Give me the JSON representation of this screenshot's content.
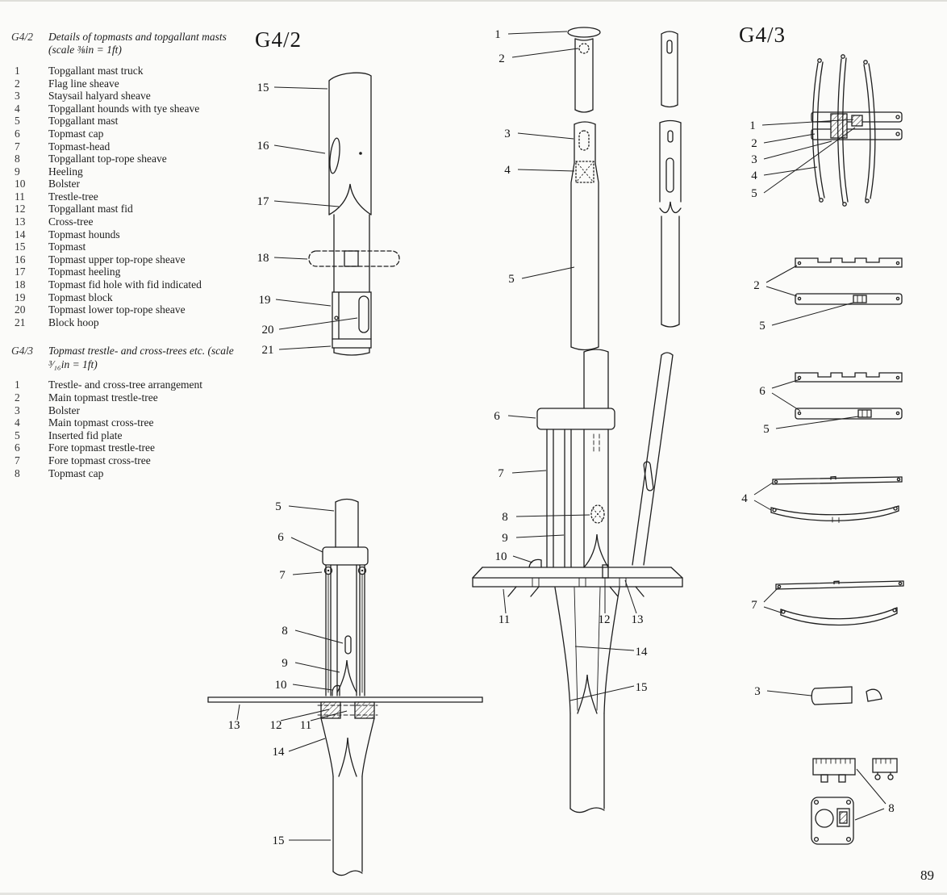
{
  "page": {
    "number": "89",
    "ink": "#1e1e1e",
    "paper": "#fbfbf9"
  },
  "headings": {
    "g42": "G4/2",
    "g43": "G4/3"
  },
  "legend_g42": {
    "code": "G4/2",
    "title": "Details of topmasts and topgallant masts",
    "scale": "(scale ⅜in = 1ft)",
    "items": [
      {
        "n": "1",
        "t": "Topgallant mast truck"
      },
      {
        "n": "2",
        "t": "Flag line sheave"
      },
      {
        "n": "3",
        "t": "Staysail halyard sheave"
      },
      {
        "n": "4",
        "t": "Topgallant hounds with tye sheave"
      },
      {
        "n": "5",
        "t": "Topgallant mast"
      },
      {
        "n": "6",
        "t": "Topmast cap"
      },
      {
        "n": "7",
        "t": "Topmast-head"
      },
      {
        "n": "8",
        "t": "Topgallant top-rope sheave"
      },
      {
        "n": "9",
        "t": "Heeling"
      },
      {
        "n": "10",
        "t": "Bolster"
      },
      {
        "n": "11",
        "t": "Trestle-tree"
      },
      {
        "n": "12",
        "t": "Topgallant mast fid"
      },
      {
        "n": "13",
        "t": "Cross-tree"
      },
      {
        "n": "14",
        "t": "Topmast hounds"
      },
      {
        "n": "15",
        "t": "Topmast"
      },
      {
        "n": "16",
        "t": "Topmast upper top-rope sheave"
      },
      {
        "n": "17",
        "t": "Topmast heeling"
      },
      {
        "n": "18",
        "t": "Topmast fid hole with fid indicated"
      },
      {
        "n": "19",
        "t": "Topmast block"
      },
      {
        "n": "20",
        "t": "Topmast lower top-rope sheave"
      },
      {
        "n": "21",
        "t": "Block hoop"
      }
    ]
  },
  "legend_g43": {
    "code": "G4/3",
    "title": "Topmast trestle- and cross-trees etc.",
    "scale": "(scale ³⁄₁₆in = 1ft)",
    "items": [
      {
        "n": "1",
        "t": "Trestle- and cross-tree arrangement"
      },
      {
        "n": "2",
        "t": "Main topmast trestle-tree"
      },
      {
        "n": "3",
        "t": "Bolster"
      },
      {
        "n": "4",
        "t": "Main topmast cross-tree"
      },
      {
        "n": "5",
        "t": "Inserted fid plate"
      },
      {
        "n": "6",
        "t": "Fore topmast trestle-tree"
      },
      {
        "n": "7",
        "t": "Fore topmast cross-tree"
      },
      {
        "n": "8",
        "t": "Topmast cap"
      }
    ]
  },
  "callouts": {
    "f1": [
      "15",
      "16",
      "17",
      "18",
      "19",
      "20",
      "21"
    ],
    "f2": [
      "1",
      "2",
      "3",
      "4",
      "5"
    ],
    "f3": [
      "6",
      "7",
      "8",
      "9",
      "10",
      "11",
      "12",
      "13",
      "14",
      "15"
    ],
    "f4": [
      "5",
      "6",
      "7",
      "8",
      "9",
      "10",
      "13",
      "12",
      "11",
      "14",
      "15"
    ],
    "f5": [
      "1",
      "2",
      "3",
      "4",
      "5",
      "2",
      "5",
      "6",
      "5",
      "4",
      "7",
      "3",
      "8"
    ]
  }
}
